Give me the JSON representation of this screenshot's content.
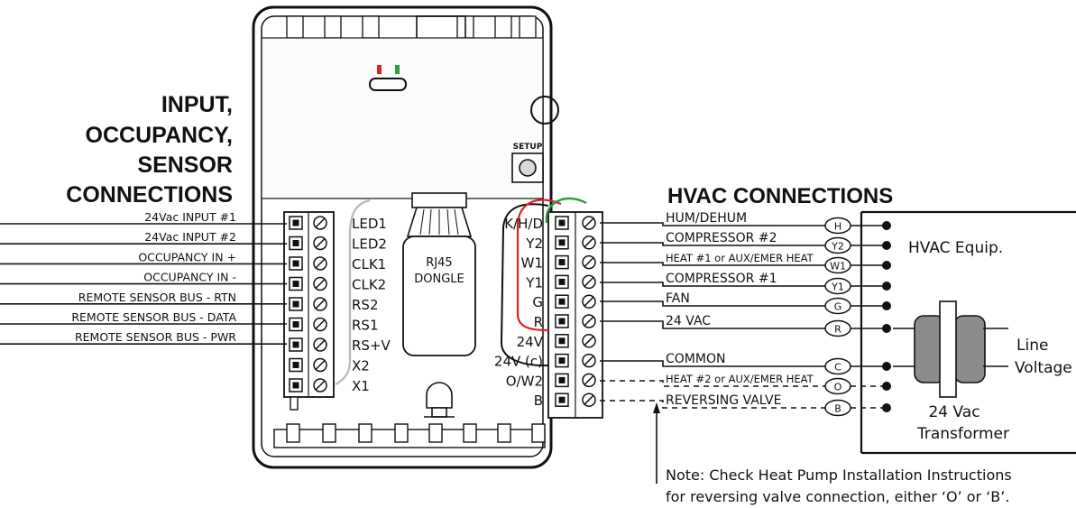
{
  "headings": {
    "left": [
      "INPUT,",
      "OCCUPANCY,",
      "SENSOR",
      "CONNECTIONS"
    ],
    "right": "HVAC CONNECTIONS"
  },
  "left_wires": [
    "24Vac INPUT #1",
    "24Vac INPUT #2",
    "OCCUPANCY IN +",
    "OCCUPANCY IN  -",
    "REMOTE SENSOR BUS - RTN",
    "REMOTE SENSOR BUS - DATA",
    "REMOTE SENSOR BUS - PWR"
  ],
  "left_terminals": [
    "LED1",
    "LED2",
    "CLK1",
    "CLK2",
    "RS2",
    "RS1",
    "RS+V",
    "X2",
    "X1"
  ],
  "right_terminals": [
    "K/H/D",
    "Y2",
    "W1",
    "Y1",
    "G",
    "R",
    "24V",
    "24V (c)",
    "O/W2",
    "B"
  ],
  "right_wires": [
    {
      "label": "HUM/DEHUM",
      "code": "H"
    },
    {
      "label": "COMPRESSOR #2",
      "code": "Y2"
    },
    {
      "label": "HEAT #1 or AUX/EMER HEAT",
      "code": "W1"
    },
    {
      "label": "COMPRESSOR #1",
      "code": "Y1"
    },
    {
      "label": "FAN",
      "code": "G"
    },
    {
      "label": "24 VAC",
      "code": "R"
    },
    {
      "label": "COMMON",
      "code": "C"
    },
    {
      "label": "HEAT #2 or AUX/EMER HEAT",
      "code": "O"
    },
    {
      "label": "REVERSING VALVE",
      "code": "B"
    }
  ],
  "device": {
    "setup_label": "SETUP",
    "dongle_label": [
      "RJ45",
      "DONGLE"
    ]
  },
  "hvac_equip_label": "HVAC Equip.",
  "line_voltage": [
    "Line",
    "Voltage"
  ],
  "transformer": [
    "24 Vac",
    "Transformer"
  ],
  "note": [
    "Note: Check Heat Pump Installation Instructions",
    "for reversing valve connection, either ‘O’ or ‘B’."
  ],
  "colors": {
    "led_red": "#d9262c",
    "led_green": "#2ea043",
    "wire_red": "#e0202a",
    "wire_green": "#1f9e3a",
    "wire_gray": "#b8b8b8",
    "transformer_gray": "#8c8c8c"
  }
}
